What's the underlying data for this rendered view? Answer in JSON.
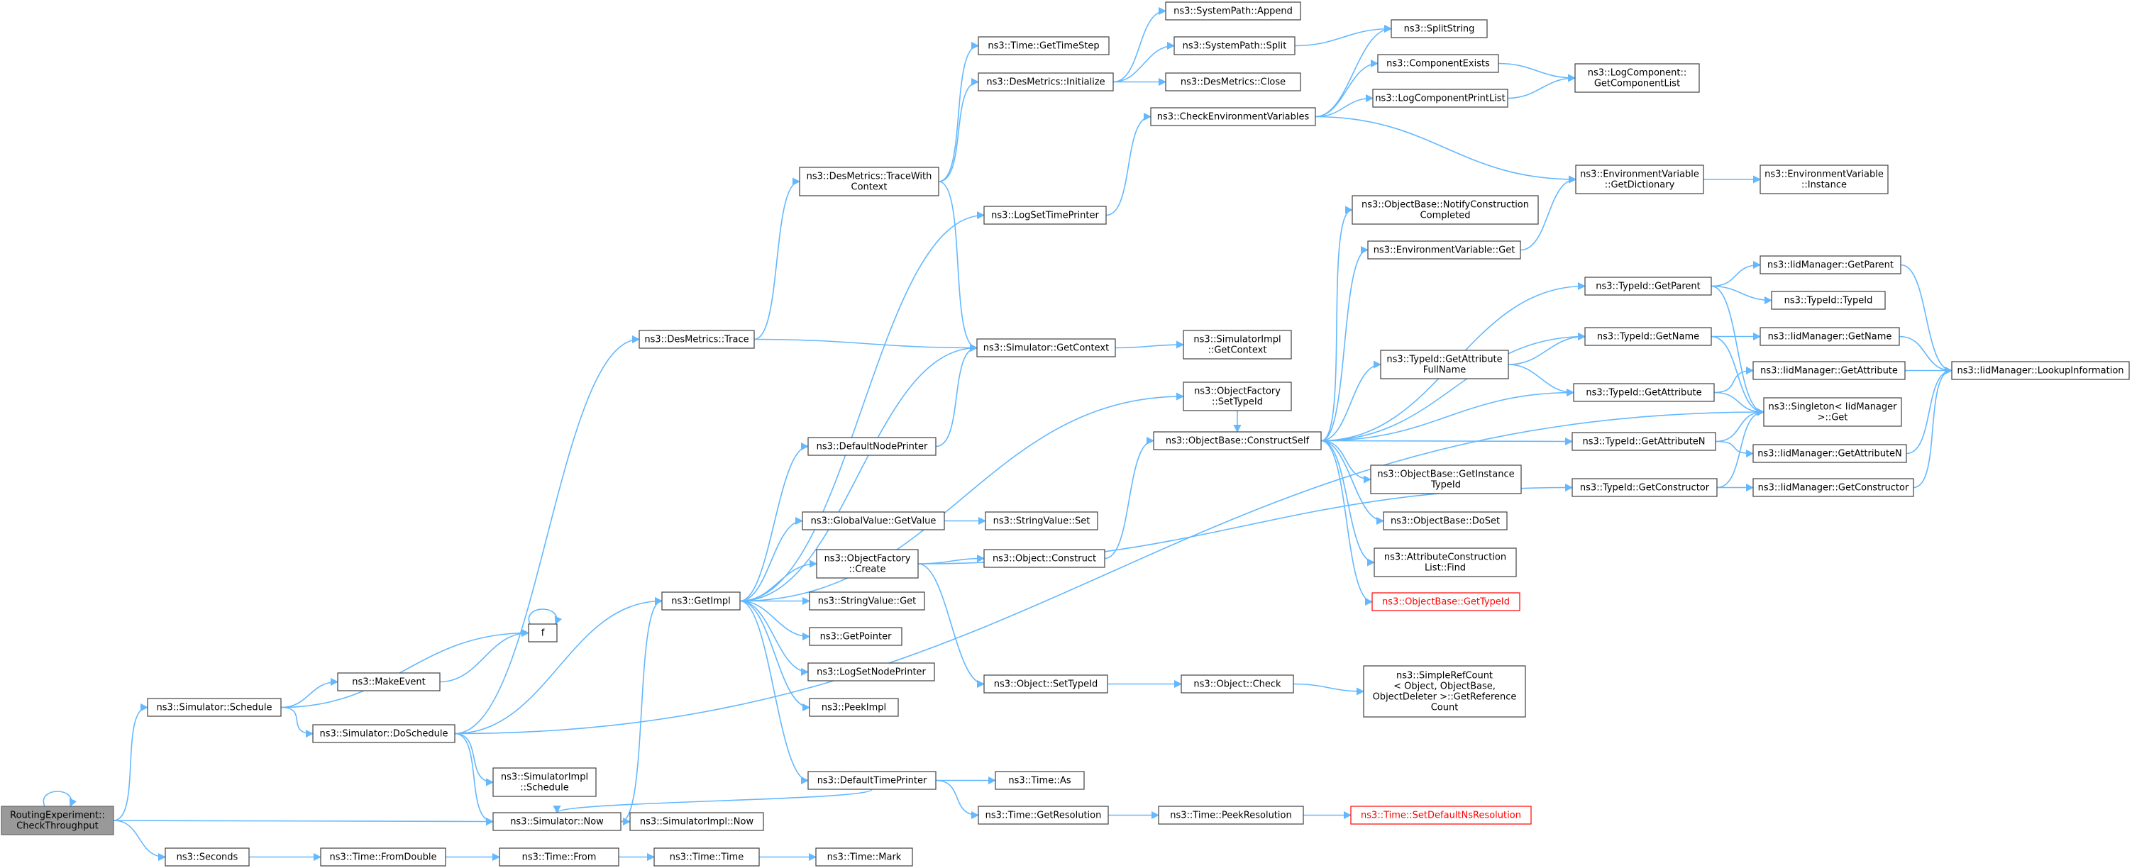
{
  "colors": {
    "edge": "#63b8ff",
    "root_fill": "#999999",
    "node_border": "#404040",
    "missing_border": "#ff0000"
  },
  "nodes": [
    {
      "id": "root",
      "lines": [
        "RoutingExperiment::",
        "CheckThroughput"
      ],
      "style": "root"
    },
    {
      "id": "sched",
      "lines": [
        "ns3::Simulator::Schedule"
      ]
    },
    {
      "id": "now",
      "lines": [
        "ns3::Simulator::Now"
      ]
    },
    {
      "id": "seconds",
      "lines": [
        "ns3::Seconds"
      ]
    },
    {
      "id": "f",
      "lines": [
        "f"
      ]
    },
    {
      "id": "makeevent",
      "lines": [
        "ns3::MakeEvent"
      ]
    },
    {
      "id": "dosched",
      "lines": [
        "ns3::Simulator::DoSchedule"
      ]
    },
    {
      "id": "desmtrace",
      "lines": [
        "ns3::DesMetrics::Trace"
      ]
    },
    {
      "id": "getimpl",
      "lines": [
        "ns3::GetImpl"
      ]
    },
    {
      "id": "simimplsched",
      "lines": [
        "ns3::SimulatorImpl",
        "::Schedule"
      ]
    },
    {
      "id": "simimplnow",
      "lines": [
        "ns3::SimulatorImpl::Now"
      ]
    },
    {
      "id": "fromdouble",
      "lines": [
        "ns3::Time::FromDouble"
      ]
    },
    {
      "id": "timefrom",
      "lines": [
        "ns3::Time::From"
      ]
    },
    {
      "id": "timetime",
      "lines": [
        "ns3::Time::Time"
      ]
    },
    {
      "id": "timemark",
      "lines": [
        "ns3::Time::Mark"
      ]
    },
    {
      "id": "tracewith",
      "lines": [
        "ns3::DesMetrics::TraceWith",
        "Context"
      ]
    },
    {
      "id": "defnodeprinter",
      "lines": [
        "ns3::DefaultNodePrinter"
      ]
    },
    {
      "id": "gvgetvalue",
      "lines": [
        "ns3::GlobalValue::GetValue"
      ]
    },
    {
      "id": "ofcreate",
      "lines": [
        "ns3::ObjectFactory",
        "::Create"
      ]
    },
    {
      "id": "svget",
      "lines": [
        "ns3::StringValue::Get"
      ]
    },
    {
      "id": "getpointer",
      "lines": [
        "ns3::GetPointer"
      ]
    },
    {
      "id": "logsetnodeprinter",
      "lines": [
        "ns3::LogSetNodePrinter"
      ]
    },
    {
      "id": "peekimpl",
      "lines": [
        "ns3::PeekImpl"
      ]
    },
    {
      "id": "deftimeprinter",
      "lines": [
        "ns3::DefaultTimePrinter"
      ]
    },
    {
      "id": "gettimestep",
      "lines": [
        "ns3::Time::GetTimeStep"
      ]
    },
    {
      "id": "desinit",
      "lines": [
        "ns3::DesMetrics::Initialize"
      ]
    },
    {
      "id": "logsettimeprinter",
      "lines": [
        "ns3::LogSetTimePrinter"
      ]
    },
    {
      "id": "simgetcontext",
      "lines": [
        "ns3::Simulator::GetContext"
      ]
    },
    {
      "id": "svset",
      "lines": [
        "ns3::StringValue::Set"
      ]
    },
    {
      "id": "objconstruct",
      "lines": [
        "ns3::Object::Construct"
      ]
    },
    {
      "id": "objsettypeid",
      "lines": [
        "ns3::Object::SetTypeId"
      ]
    },
    {
      "id": "timeas",
      "lines": [
        "ns3::Time::As"
      ]
    },
    {
      "id": "getres",
      "lines": [
        "ns3::Time::GetResolution"
      ]
    },
    {
      "id": "sysappend",
      "lines": [
        "ns3::SystemPath::Append"
      ]
    },
    {
      "id": "syssplit",
      "lines": [
        "ns3::SystemPath::Split"
      ]
    },
    {
      "id": "desclose",
      "lines": [
        "ns3::DesMetrics::Close"
      ]
    },
    {
      "id": "checkenv",
      "lines": [
        "ns3::CheckEnvironmentVariables"
      ]
    },
    {
      "id": "simimplgetctx",
      "lines": [
        "ns3::SimulatorImpl",
        "::GetContext"
      ]
    },
    {
      "id": "ofsettypeid",
      "lines": [
        "ns3::ObjectFactory",
        "::SetTypeId"
      ]
    },
    {
      "id": "obconstructself",
      "lines": [
        "ns3::ObjectBase::ConstructSelf"
      ]
    },
    {
      "id": "objcheck",
      "lines": [
        "ns3::Object::Check"
      ]
    },
    {
      "id": "peekres",
      "lines": [
        "ns3::Time::PeekResolution"
      ]
    },
    {
      "id": "setdefaultns",
      "lines": [
        "ns3::Time::SetDefaultNsResolution"
      ],
      "style": "red"
    },
    {
      "id": "splitstring",
      "lines": [
        "ns3::SplitString"
      ]
    },
    {
      "id": "compexists",
      "lines": [
        "ns3::ComponentExists"
      ]
    },
    {
      "id": "logcompprintlist",
      "lines": [
        "ns3::LogComponentPrintList"
      ]
    },
    {
      "id": "notifyconstr",
      "lines": [
        "ns3::ObjectBase::NotifyConstruction",
        "Completed"
      ]
    },
    {
      "id": "envget",
      "lines": [
        "ns3::EnvironmentVariable::Get"
      ]
    },
    {
      "id": "getattrfullname",
      "lines": [
        "ns3::TypeId::GetAttribute",
        "FullName"
      ]
    },
    {
      "id": "getinstancetypeid",
      "lines": [
        "ns3::ObjectBase::GetInstance",
        "TypeId"
      ]
    },
    {
      "id": "obdoset",
      "lines": [
        "ns3::ObjectBase::DoSet"
      ]
    },
    {
      "id": "attrconstrfind",
      "lines": [
        "ns3::AttributeConstruction",
        "List::Find"
      ]
    },
    {
      "id": "obgettypeid",
      "lines": [
        "ns3::ObjectBase::GetTypeId"
      ],
      "style": "red"
    },
    {
      "id": "simplerefcount",
      "lines": [
        "ns3::SimpleRefCount",
        "< Object, ObjectBase,",
        "ObjectDeleter >::GetReference",
        "Count"
      ]
    },
    {
      "id": "logcompgetlist",
      "lines": [
        "ns3::LogComponent::",
        "GetComponentList"
      ]
    },
    {
      "id": "envgetdict",
      "lines": [
        "ns3::EnvironmentVariable",
        "::GetDictionary"
      ]
    },
    {
      "id": "tidgetparent",
      "lines": [
        "ns3::TypeId::GetParent"
      ]
    },
    {
      "id": "tidgetname",
      "lines": [
        "ns3::TypeId::GetName"
      ]
    },
    {
      "id": "tidgetattr",
      "lines": [
        "ns3::TypeId::GetAttribute"
      ]
    },
    {
      "id": "tidgetattrn",
      "lines": [
        "ns3::TypeId::GetAttributeN"
      ]
    },
    {
      "id": "tidgetconstructor",
      "lines": [
        "ns3::TypeId::GetConstructor"
      ]
    },
    {
      "id": "envinstance",
      "lines": [
        "ns3::EnvironmentVariable",
        "::Instance"
      ]
    },
    {
      "id": "iidgetparent",
      "lines": [
        "ns3::IidManager::GetParent"
      ]
    },
    {
      "id": "tidtypeid",
      "lines": [
        "ns3::TypeId::TypeId"
      ]
    },
    {
      "id": "iidgetname",
      "lines": [
        "ns3::IidManager::GetName"
      ]
    },
    {
      "id": "iidgetattr",
      "lines": [
        "ns3::IidManager::GetAttribute"
      ]
    },
    {
      "id": "singletonget",
      "lines": [
        "ns3::Singleton< IidManager",
        ">::Get"
      ]
    },
    {
      "id": "iidgetattrn",
      "lines": [
        "ns3::IidManager::GetAttributeN"
      ]
    },
    {
      "id": "iidgetconstructor",
      "lines": [
        "ns3::IidManager::GetConstructor"
      ]
    },
    {
      "id": "iidlookup",
      "lines": [
        "ns3::IidManager::LookupInformation"
      ]
    }
  ],
  "edges": [
    [
      "root",
      "root"
    ],
    [
      "root",
      "sched"
    ],
    [
      "root",
      "now"
    ],
    [
      "root",
      "seconds"
    ],
    [
      "sched",
      "f"
    ],
    [
      "sched",
      "makeevent"
    ],
    [
      "sched",
      "dosched"
    ],
    [
      "f",
      "f"
    ],
    [
      "makeevent",
      "f"
    ],
    [
      "dosched",
      "desmtrace"
    ],
    [
      "dosched",
      "getimpl"
    ],
    [
      "dosched",
      "now"
    ],
    [
      "dosched",
      "simimplsched"
    ],
    [
      "dosched",
      "singletonget"
    ],
    [
      "now",
      "getimpl"
    ],
    [
      "now",
      "simimplnow"
    ],
    [
      "seconds",
      "fromdouble"
    ],
    [
      "fromdouble",
      "timefrom"
    ],
    [
      "timefrom",
      "timetime"
    ],
    [
      "timetime",
      "timemark"
    ],
    [
      "desmtrace",
      "tracewith"
    ],
    [
      "desmtrace",
      "simgetcontext"
    ],
    [
      "tracewith",
      "gettimestep"
    ],
    [
      "tracewith",
      "desinit"
    ],
    [
      "tracewith",
      "simgetcontext"
    ],
    [
      "desinit",
      "sysappend"
    ],
    [
      "desinit",
      "syssplit"
    ],
    [
      "desinit",
      "desclose"
    ],
    [
      "syssplit",
      "splitstring"
    ],
    [
      "getimpl",
      "logsettimeprinter"
    ],
    [
      "getimpl",
      "simgetcontext"
    ],
    [
      "getimpl",
      "defnodeprinter"
    ],
    [
      "getimpl",
      "ofsettypeid"
    ],
    [
      "getimpl",
      "gvgetvalue"
    ],
    [
      "getimpl",
      "ofcreate"
    ],
    [
      "getimpl",
      "svget"
    ],
    [
      "getimpl",
      "getpointer"
    ],
    [
      "getimpl",
      "logsetnodeprinter"
    ],
    [
      "getimpl",
      "peekimpl"
    ],
    [
      "getimpl",
      "deftimeprinter"
    ],
    [
      "defnodeprinter",
      "simgetcontext"
    ],
    [
      "gvgetvalue",
      "svset"
    ],
    [
      "ofcreate",
      "objconstruct"
    ],
    [
      "ofcreate",
      "objsettypeid"
    ],
    [
      "ofcreate",
      "tidgetconstructor"
    ],
    [
      "deftimeprinter",
      "now"
    ],
    [
      "deftimeprinter",
      "timeas"
    ],
    [
      "deftimeprinter",
      "getres"
    ],
    [
      "getres",
      "peekres"
    ],
    [
      "peekres",
      "setdefaultns"
    ],
    [
      "logsettimeprinter",
      "checkenv"
    ],
    [
      "checkenv",
      "splitstring"
    ],
    [
      "checkenv",
      "compexists"
    ],
    [
      "checkenv",
      "logcompprintlist"
    ],
    [
      "checkenv",
      "envgetdict"
    ],
    [
      "compexists",
      "logcompgetlist"
    ],
    [
      "logcompprintlist",
      "logcompgetlist"
    ],
    [
      "simgetcontext",
      "simimplgetctx"
    ],
    [
      "ofsettypeid",
      "obconstructself"
    ],
    [
      "objconstruct",
      "obconstructself"
    ],
    [
      "objsettypeid",
      "objcheck"
    ],
    [
      "objcheck",
      "simplerefcount"
    ],
    [
      "obconstructself",
      "notifyconstr"
    ],
    [
      "obconstructself",
      "envget"
    ],
    [
      "obconstructself",
      "tidgetparent"
    ],
    [
      "obconstructself",
      "tidgetname"
    ],
    [
      "obconstructself",
      "getattrfullname"
    ],
    [
      "obconstructself",
      "tidgetattr"
    ],
    [
      "obconstructself",
      "tidgetattrn"
    ],
    [
      "obconstructself",
      "getinstancetypeid"
    ],
    [
      "obconstructself",
      "obdoset"
    ],
    [
      "obconstructself",
      "attrconstrfind"
    ],
    [
      "obconstructself",
      "obgettypeid"
    ],
    [
      "envget",
      "envgetdict"
    ],
    [
      "envgetdict",
      "envinstance"
    ],
    [
      "getattrfullname",
      "tidgetname"
    ],
    [
      "getattrfullname",
      "tidgetattr"
    ],
    [
      "tidgetparent",
      "iidgetparent"
    ],
    [
      "tidgetparent",
      "tidtypeid"
    ],
    [
      "tidgetparent",
      "singletonget"
    ],
    [
      "tidgetname",
      "iidgetname"
    ],
    [
      "tidgetname",
      "singletonget"
    ],
    [
      "tidgetattr",
      "iidgetattr"
    ],
    [
      "tidgetattr",
      "singletonget"
    ],
    [
      "tidgetattrn",
      "iidgetattrn"
    ],
    [
      "tidgetattrn",
      "singletonget"
    ],
    [
      "tidgetconstructor",
      "iidgetconstructor"
    ],
    [
      "tidgetconstructor",
      "singletonget"
    ],
    [
      "iidgetparent",
      "iidlookup"
    ],
    [
      "iidgetname",
      "iidlookup"
    ],
    [
      "iidgetattr",
      "iidlookup"
    ],
    [
      "iidgetattrn",
      "iidlookup"
    ],
    [
      "iidgetconstructor",
      "iidlookup"
    ]
  ]
}
